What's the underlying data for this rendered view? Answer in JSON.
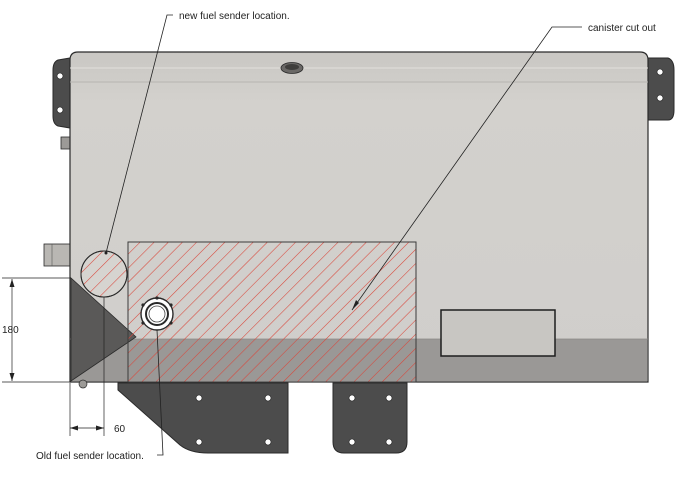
{
  "annotations": {
    "new_sender": "new fuel sender location.",
    "canister": "canister cut out",
    "old_sender": "Old fuel sender location."
  },
  "dimensions": {
    "vertical": "180",
    "horizontal": "60"
  },
  "colors": {
    "tank_light": "#d2d0cc",
    "tank_top": "#c4c2be",
    "tank_dark": "#9a9896",
    "bracket": "#4c4c4c",
    "hatch": "#d9463a",
    "outline": "#2a2a2a"
  }
}
